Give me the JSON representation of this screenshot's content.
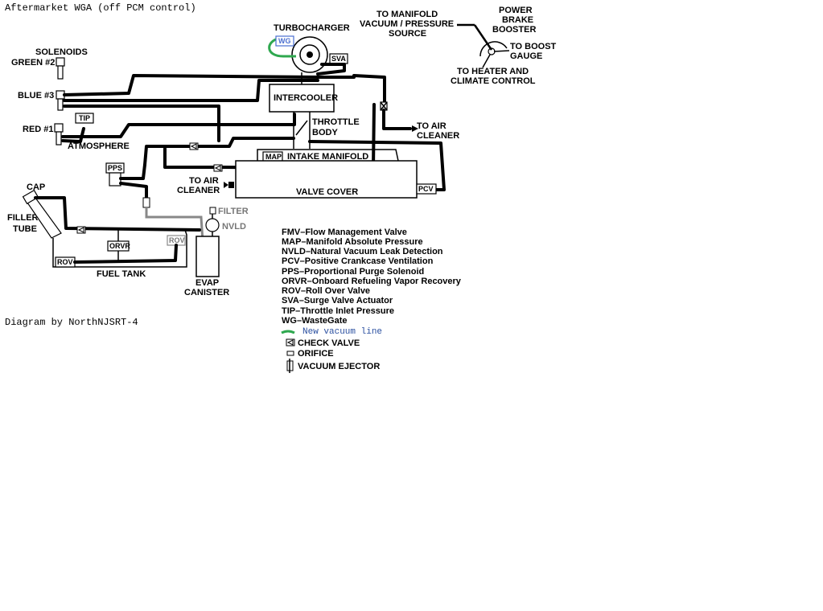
{
  "header": {
    "title": "Aftermarket WGA (off PCM control)"
  },
  "footer": {
    "credit": "Diagram by NorthNJSRT-4"
  },
  "labels": {
    "turbocharger": "TURBOCHARGER",
    "wg": "WG",
    "sva": "SVA",
    "to_manifold_1": "TO MANIFOLD",
    "to_manifold_2": "VACUUM / PRESSURE",
    "to_manifold_3": "SOURCE",
    "power_1": "POWER",
    "power_2": "BRAKE",
    "power_3": "BOOSTER",
    "boost_1": "TO BOOST",
    "boost_2": "GAUGE",
    "heater_1": "TO HEATER AND",
    "heater_2": "CLIMATE CONTROL",
    "solenoids": "SOLENOIDS",
    "green2": "GREEN #2",
    "blue3": "BLUE #3",
    "red1": "RED #1",
    "tip": "TIP",
    "atmosphere": "ATMOSPHERE",
    "intercooler": "INTERCOOLER",
    "throttle_1": "THROTTLE",
    "throttle_2": "BODY",
    "to_air_cleaner_r1": "TO AIR",
    "to_air_cleaner_r2": "CLEANER",
    "map": "MAP",
    "intake_manifold": "INTAKE MANIFOLD",
    "pps": "PPS",
    "to_air_cleaner_l1": "TO AIR",
    "to_air_cleaner_l2": "CLEANER",
    "valve_cover": "VALVE COVER",
    "pcv": "PCV",
    "cap": "CAP",
    "filler_1": "FILLER",
    "filler_2": "TUBE",
    "filter": "FILTER",
    "nvld": "NVLD",
    "orvr": "ORVR",
    "rov_right": "ROV",
    "rov_left": "ROV",
    "fuel_tank": "FUEL TANK",
    "evap_1": "EVAP",
    "evap_2": "CANISTER"
  },
  "legend": [
    "FMV–Flow Management Valve",
    "MAP–Manifold Absolute Pressure",
    "NVLD–Natural Vacuum Leak Detection",
    "PCV–Positive Crankcase Ventilation",
    "PPS–Proportional Purge Solenoid",
    "ORVR–Onboard Refueling Vapor Recovery",
    "ROV–Roll Over Valve",
    "SVA–Surge Valve Actuator",
    "TIP–Throttle Inlet Pressure",
    "WG–WasteGate"
  ],
  "legend_symbols": {
    "new_line": "New vacuum line",
    "check_valve": "CHECK VALVE",
    "orifice": "ORIFICE",
    "ejector": "VACUUM EJECTOR"
  },
  "colors": {
    "new_line": "#2fa84f",
    "new_line_text": "#2a4fa0",
    "wg_box": "#4a6fd0"
  }
}
